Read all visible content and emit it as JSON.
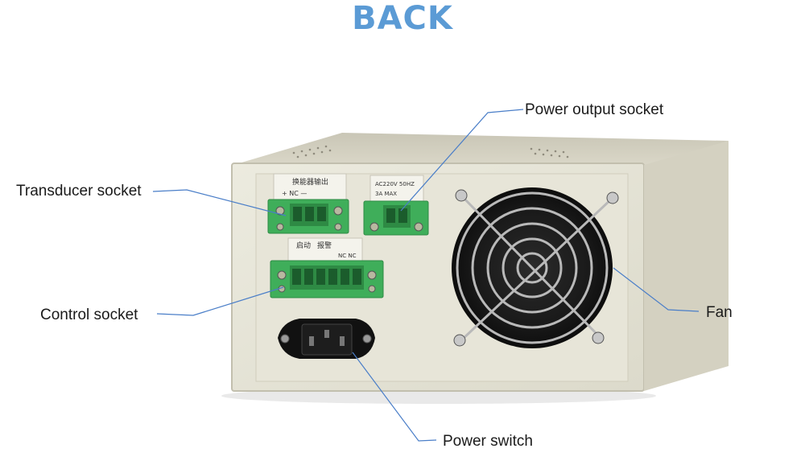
{
  "title": "BACK",
  "labels": {
    "transducer_socket": "Transducer socket",
    "power_output_socket": "Power output socket",
    "control_socket": "Control socket",
    "power_switch": "Power switch",
    "fan": "Fan"
  },
  "panel_text": {
    "transducer_header": "换能器输出",
    "transducer_pins": "+   NC   —",
    "output_rating_1": "AC220V  50HZ",
    "output_rating_2": "3A  MAX",
    "control_header_1": "启动",
    "control_header_2": "报警",
    "control_nc": "NC NC"
  },
  "colors": {
    "title": "#5b9bd5",
    "case": "#e4e2d2",
    "terminal": "#3fae5a",
    "leader_line": "#4a7ec8"
  }
}
